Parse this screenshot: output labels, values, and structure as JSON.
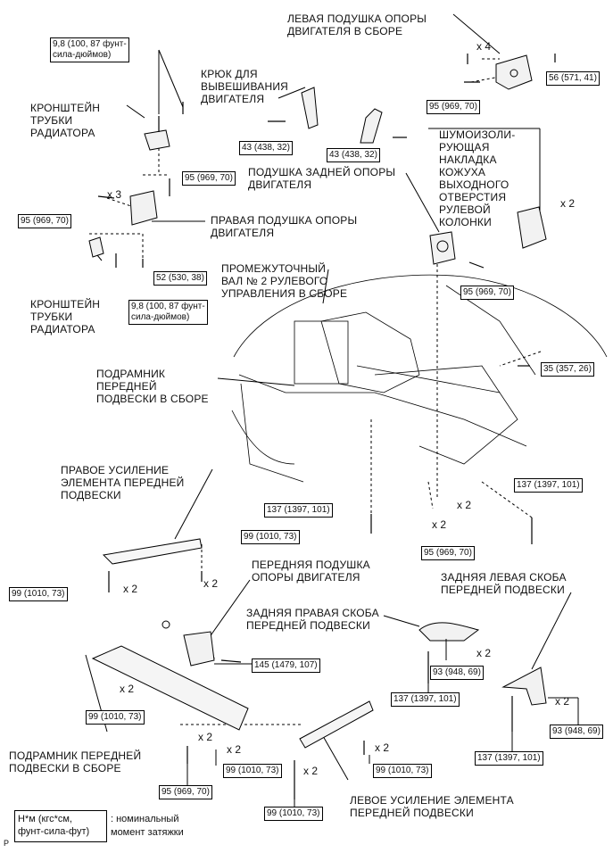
{
  "labels": {
    "left_mount": "ЛЕВАЯ ПОДУШКА ОПОРЫ\nДВИГАТЕЛЯ В СБОРЕ",
    "hook": "КРЮК ДЛЯ\nВЫВЕШИВАНИЯ\nДВИГАТЕЛЯ",
    "rad_bracket_top": "КРОНШТЕЙН\nТРУБКИ\nРАДИАТОРА",
    "rear_mount": "ПОДУШКА ЗАДНЕЙ ОПОРЫ\nДВИГАТЕЛЯ",
    "silencer": "ШУМОИЗОЛИ-\nРУЮЩАЯ\nНАКЛАДКА\nКОЖУХА\nВЫХОДНОГО\nОТВЕРСТИЯ\nРУЛЕВОЙ\nКОЛОНКИ",
    "right_mount": "ПРАВАЯ ПОДУШКА ОПОРЫ\nДВИГАТЕЛЯ",
    "intermediate_shaft": "ПРОМЕЖУТОЧНЫЙ\nВАЛ № 2 РУЛЕВОГО\nУПРАВЛЕНИЯ В СБОРЕ",
    "rad_bracket_bottom": "КРОНШТЕЙН\nТРУБКИ\nРАДИАТОРА",
    "subframe_top": "ПОДРАМНИК\nПЕРЕДНЕЙ\nПОДВЕСКИ В СБОРЕ",
    "right_reinforcement": "ПРАВОЕ УСИЛЕНИЕ\nЭЛЕМЕНТА ПЕРЕДНЕЙ\nПОДВЕСКИ",
    "front_mount": "ПЕРЕДНЯЯ ПОДУШКА\nОПОРЫ ДВИГАТЕЛЯ",
    "rear_left_bracket": "ЗАДНЯЯ ЛЕВАЯ СКОБА\nПЕРЕДНЕЙ ПОДВЕСКИ",
    "rear_right_bracket": "ЗАДНЯЯ ПРАВАЯ СКОБА\nПЕРЕДНЕЙ ПОДВЕСКИ",
    "subframe_bottom": "ПОДРАМНИК ПЕРЕДНЕЙ\nПОДВЕСКИ В СБОРЕ",
    "left_reinforcement": "ЛЕВОЕ УСИЛЕНИЕ ЭЛЕМЕНТА\nПЕРЕДНЕЙ ПОДВЕСКИ"
  },
  "torques": {
    "t_98_top": "9,8 (100, 87 фунт-\nсила-дюймов)",
    "t_56": "56 (571, 41)",
    "t_95_leftmount": "95 (969, 70)",
    "t_43_a": "43 (438, 32)",
    "t_43_b": "43 (438, 32)",
    "t_95_rightbracket": "95 (969, 70)",
    "t_95_x3": "95 (969, 70)",
    "t_52": "52 (530, 38)",
    "t_98_bottom": "9,8 (100, 87 фунт-\nсила-дюймов)",
    "t_95_rear": "95 (969, 70)",
    "t_35": "35 (357, 26)",
    "t_137_center": "137 (1397, 101)",
    "t_137_right": "137 (1397, 101)",
    "t_95_center": "95 (969, 70)",
    "t_99_right_a": "99 (1010, 73)",
    "t_99_left": "99 (1010, 73)",
    "t_145": "145 (1479, 107)",
    "t_93_a": "93 (948, 69)",
    "t_137_rr": "137 (1397, 101)",
    "t_93_b": "93 (948, 69)",
    "t_137_rl": "137 (1397, 101)",
    "t_99_sub": "99 (1010, 73)",
    "t_95_bottom": "95 (969, 70)",
    "t_99_sub2": "99 (1010, 73)",
    "t_99_lr1": "99 (1010, 73)",
    "t_99_lr2": "99 (1010, 73)"
  },
  "multipliers": {
    "x4": "x 4",
    "x3": "x 3",
    "x2_silencer": "x 2",
    "x2_center_a": "x 2",
    "x2_center_b": "x 2",
    "x2_ra": "x 2",
    "x2_rb": "x 2",
    "x2_rrb": "x 2",
    "x2_rlb": "x 2",
    "x2_sub": "x 2",
    "x2_sub2": "x 2",
    "x2_sub3": "x 2",
    "x2_lr1": "x 2",
    "x2_lr2": "x 2"
  },
  "legend": {
    "box": "Н*м (кгс*см,\nфунт-сила-фут)",
    "text": ": номинальный\nмомент затяжки",
    "page_mark": "P"
  }
}
